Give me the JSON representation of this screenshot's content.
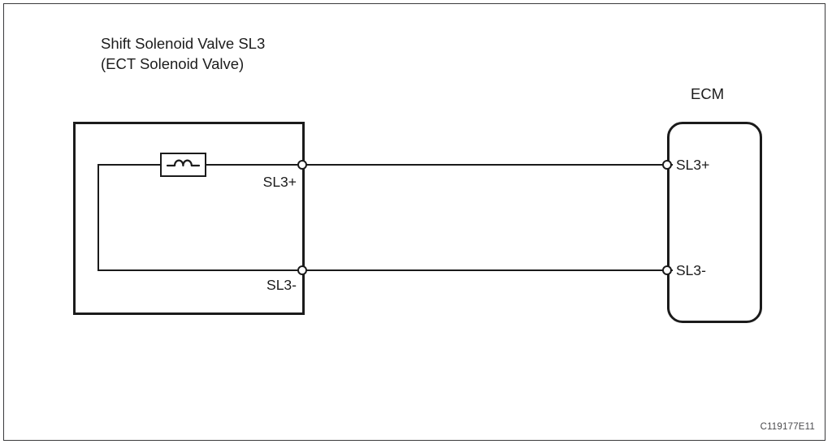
{
  "figure": {
    "code": "C119177E11",
    "type": "wiring-diagram"
  },
  "components": {
    "solenoid": {
      "title_line1": "Shift Solenoid Valve SL3",
      "title_line2": "(ECT Solenoid Valve)",
      "coil_symbol": "inductor-coil",
      "pins": [
        {
          "label": "SL3+"
        },
        {
          "label": "SL3-"
        }
      ]
    },
    "ecm": {
      "title": "ECM",
      "pins": [
        {
          "label": "SL3+"
        },
        {
          "label": "SL3-"
        }
      ]
    }
  },
  "connections": [
    {
      "from": "solenoid.SL3+",
      "to": "ecm.SL3+"
    },
    {
      "from": "solenoid.SL3-",
      "to": "ecm.SL3-"
    }
  ],
  "colors": {
    "line": "#1b1b1b",
    "frame": "#3a3a3c",
    "text": "#1c1c1c",
    "code_text": "#4a4a4d",
    "background": "#ffffff"
  }
}
